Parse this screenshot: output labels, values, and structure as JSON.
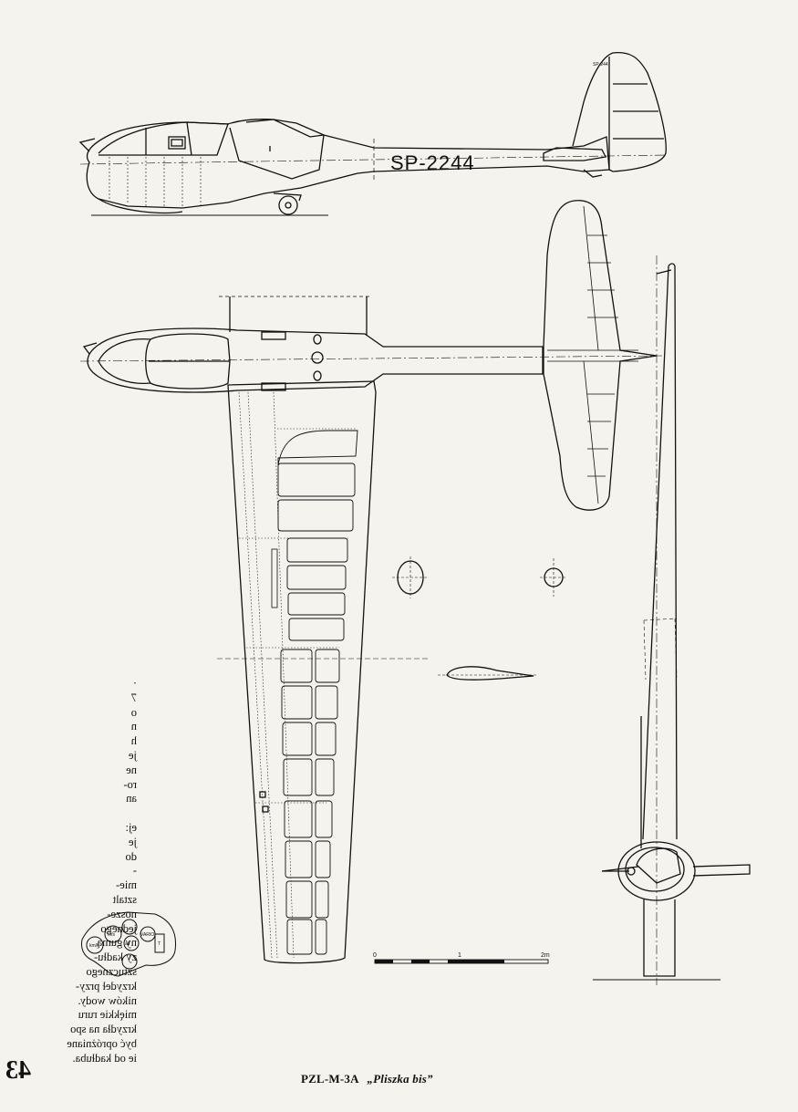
{
  "caption": {
    "model": "PZL-M-3A",
    "name": "„Pliszka bis”"
  },
  "registration": "SP-2244",
  "fin_marking": "SP-244",
  "scale": {
    "start": "0",
    "mid": "1",
    "end": "2m"
  },
  "instrument_labels": [
    "km/h",
    "m/s",
    "alt",
    "VARIO",
    "T"
  ],
  "page_number": "43",
  "mirrored_text_lines": [
    "·",
    "7",
    "o",
    "n",
    "h",
    "je",
    "ne",
    "ro-",
    "an",
    "",
    "ej:",
    "je",
    "do",
    "-",
    "mie-",
    "sztalt",
    "nosze-",
    "jednego",
    "ny gumą",
    "zy kadłu-",
    "sztucznego",
    "krzydeł przy-",
    "ników wody.",
    "miękkie ruru",
    "krzydła na spo",
    "być opróżniane",
    "ie od kadłuba."
  ]
}
